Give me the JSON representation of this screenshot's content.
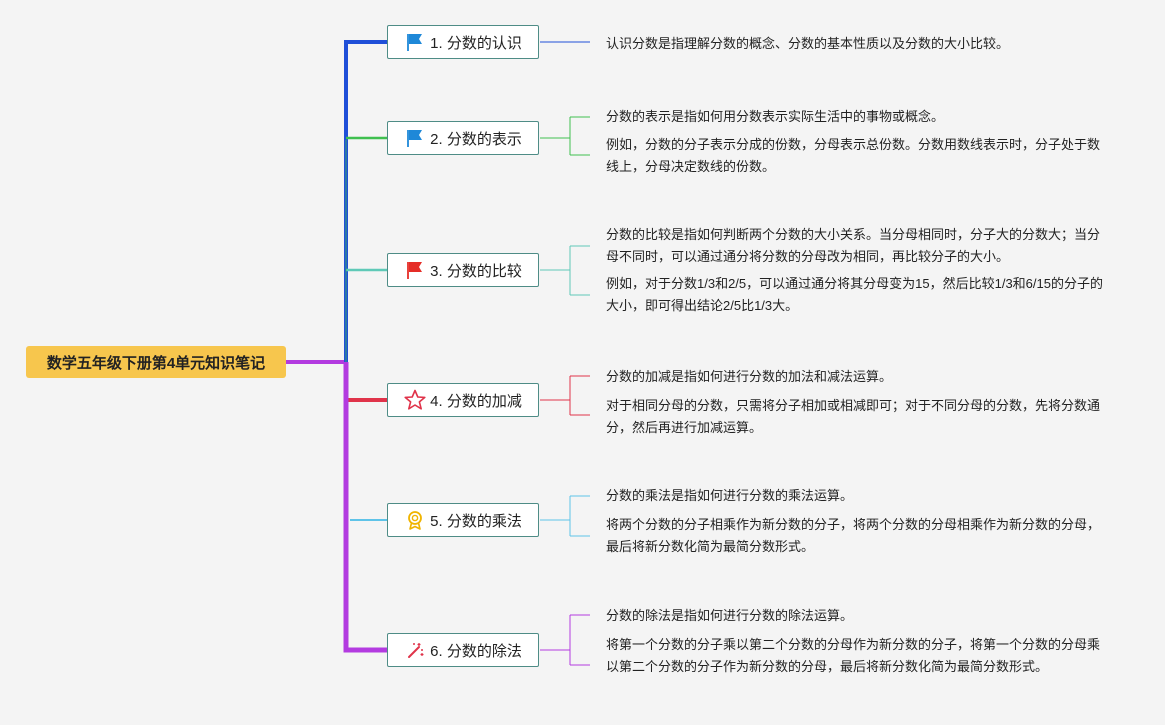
{
  "root": {
    "title": "数学五年级下册第4单元知识笔记"
  },
  "branches": [
    {
      "label": "1. 分数的认识",
      "icon": "blue-flag-icon",
      "color": "#1f4fd8",
      "notes": [
        "认识分数是指理解分数的概念、分数的基本性质以及分数的大小比较。"
      ]
    },
    {
      "label": "2. 分数的表示",
      "icon": "blue-flag-icon",
      "color": "#3fbf4f",
      "notes": [
        "分数的表示是指如何用分数表示实际生活中的事物或概念。",
        "例如，分数的分子表示分成的份数，分母表示总份数。分数用数线表示时，分子处于数线上，分母决定数线的份数。"
      ]
    },
    {
      "label": "3. 分数的比较",
      "icon": "red-flag-icon",
      "color": "#5fc9b7",
      "notes": [
        "分数的比较是指如何判断两个分数的大小关系。当分母相同时，分子大的分数大；当分母不同时，可以通过通分将分数的分母改为相同，再比较分子的大小。",
        "例如，对于分数1/3和2/5，可以通过通分将其分母变为15，然后比较1/3和6/15的分子的大小，即可得出结论2/5比1/3大。"
      ]
    },
    {
      "label": "4. 分数的加减",
      "icon": "star-icon",
      "color": "#e0334a",
      "notes": [
        "分数的加减是指如何进行分数的加法和减法运算。",
        "对于相同分母的分数，只需将分子相加或相减即可；对于不同分母的分数，先将分数通分，然后再进行加减运算。"
      ]
    },
    {
      "label": "5. 分数的乘法",
      "icon": "medal-icon",
      "color": "#5ec3e8",
      "notes": [
        "分数的乘法是指如何进行分数的乘法运算。",
        "将两个分数的分子相乘作为新分数的分子，将两个分数的分母相乘作为新分数的分母，最后将新分数化简为最简分数形式。"
      ]
    },
    {
      "label": "6. 分数的除法",
      "icon": "magic-wand-icon",
      "color": "#b33be0",
      "notes": [
        "分数的除法是指如何进行分数的除法运算。",
        "将第一个分数的分子乘以第二个分数的分母作为新分数的分子，将第一个分数的分母乘以第二个分数的分子作为新分数的分母，最后将新分数化简为最简分数形式。"
      ]
    }
  ]
}
